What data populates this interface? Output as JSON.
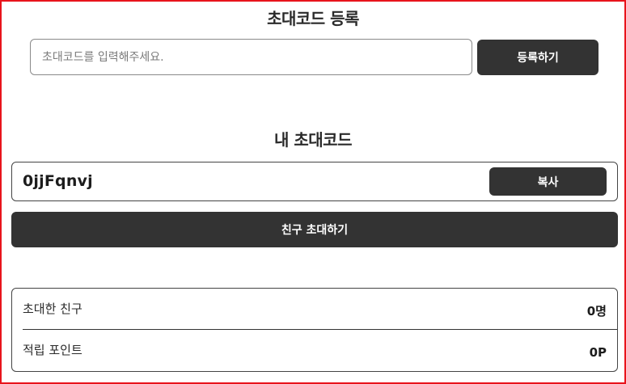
{
  "register": {
    "title": "초대코드 등록",
    "input_placeholder": "초대코드를 입력해주세요.",
    "input_value": "",
    "button_label": "등록하기"
  },
  "mine": {
    "title": "내 초대코드",
    "code": "0jjFqnvj",
    "copy_label": "복사",
    "invite_label": "친구 초대하기"
  },
  "stats": {
    "invited_label": "초대한 친구",
    "invited_value": "0명",
    "points_label": "적립 포인트",
    "points_value": "0P"
  },
  "colors": {
    "button_dark": "#333333",
    "frame_border": "#e8141b"
  }
}
